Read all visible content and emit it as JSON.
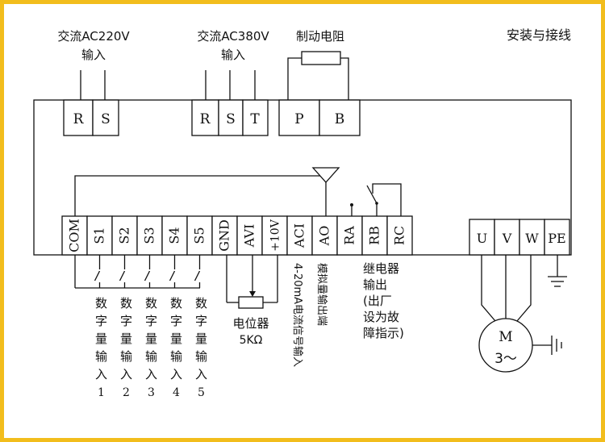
{
  "title": "安装与接线",
  "power_220": {
    "line1": "交流AC220V",
    "line2": "输入",
    "terminals": [
      "R",
      "S"
    ]
  },
  "power_380": {
    "line1": "交流AC380V",
    "line2": "输入",
    "terminals": [
      "R",
      "S",
      "T"
    ]
  },
  "brake": {
    "label": "制动电阻",
    "terminals": [
      "P",
      "B"
    ]
  },
  "control_terminals": [
    "COM",
    "S1",
    "S2",
    "S3",
    "S4",
    "S5",
    "GND",
    "AVI",
    "+10V",
    "ACI",
    "AO",
    "RA",
    "RB",
    "RC"
  ],
  "output_terminals": [
    "U",
    "V",
    "W",
    "PE"
  ],
  "digital_input_labels": [
    "数字量输入1",
    "数字量输入2",
    "数字量输入3",
    "数字量输入4",
    "数字量输入5"
  ],
  "potentiometer": {
    "line1": "电位器",
    "line2": "5KΩ"
  },
  "aci_label": "4-20mA电流信号输入",
  "ao_label": "模拟量输出端",
  "relay_label": [
    "继电器",
    "输出",
    "(出厂",
    "设为故",
    "障指示)"
  ],
  "motor": {
    "line1": "M",
    "line2": "3～"
  }
}
